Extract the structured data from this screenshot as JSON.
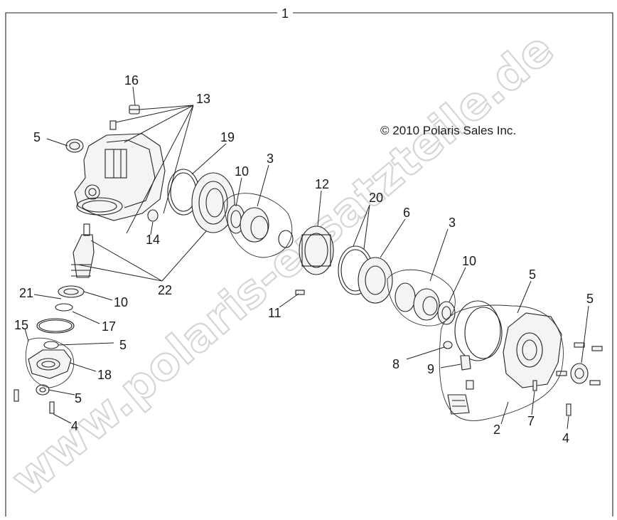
{
  "diagram": {
    "copyright": "© 2010 Polaris Sales Inc.",
    "watermark": "www.polaris-ersatzteile.de",
    "callouts": {
      "c1": "1",
      "c16": "16",
      "c13": "13",
      "c5a": "5",
      "c19": "19",
      "c10a": "10",
      "c3a": "3",
      "c12": "12",
      "c20": "20",
      "c6": "6",
      "c3b": "3",
      "c10b": "10",
      "c5b": "5",
      "c5c": "5",
      "c14": "14",
      "c22": "22",
      "c21": "21",
      "c10c": "10",
      "c11": "11",
      "c17": "17",
      "c15": "15",
      "c5d": "5",
      "c18": "18",
      "c5e": "5",
      "c4a": "4",
      "c8": "8",
      "c9": "9",
      "c2": "2",
      "c7": "7",
      "c4b": "4"
    }
  }
}
